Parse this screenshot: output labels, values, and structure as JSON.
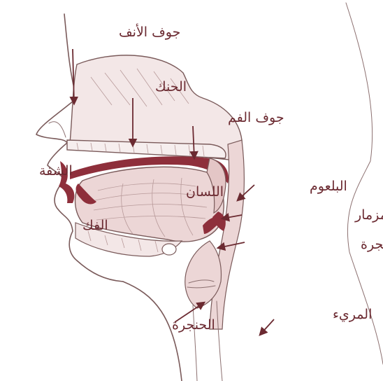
{
  "labels": {
    "nasal_cavity": "جوف الأنف",
    "palate": "الحنك",
    "oral_cavity": "جوف الفم",
    "lip": "الشفة",
    "tongue": "اللسان",
    "jaw": "الفك",
    "pharynx": "البلعوم",
    "epiglottis": "لسان المزمار",
    "laryngeal_inlet": "مدخل الحنجرة",
    "larynx": "الحنجرة",
    "esophagus": "المريء"
  },
  "colors": {
    "background": "#ffffff",
    "label": "#6b2a31",
    "tissue_fill": "#ecd6d6",
    "dark_tissue": "#8e2f3b",
    "outline": "#7a5a5a"
  }
}
